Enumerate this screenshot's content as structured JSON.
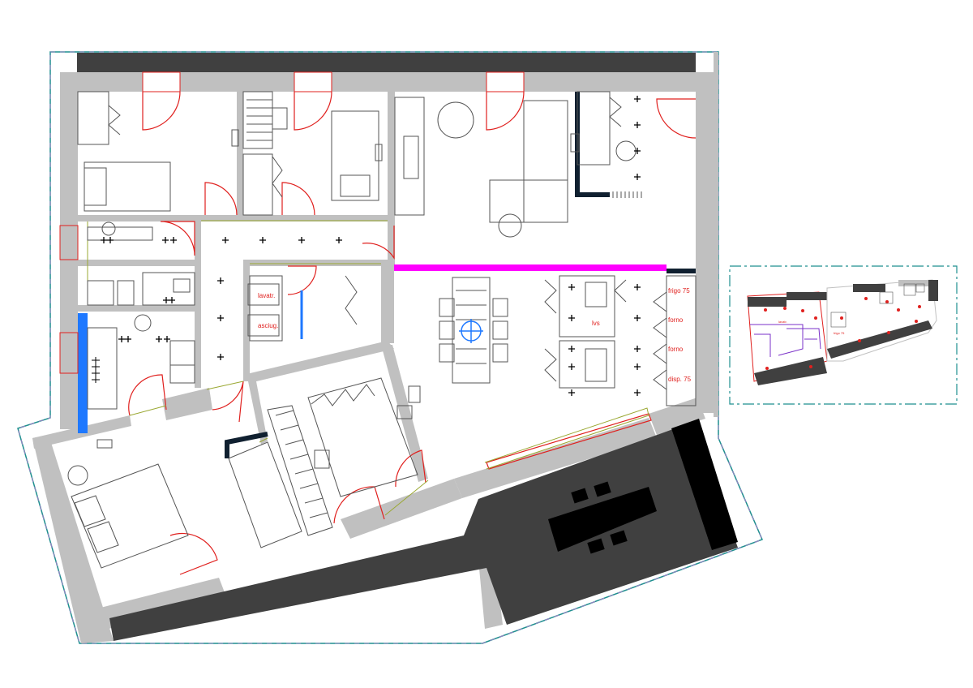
{
  "plan": {
    "type": "architectural floor plan",
    "colors": {
      "wall": "#c0c0c0",
      "terrace": "#404040",
      "boundary": "#1f8f8f",
      "door_swing": "#e0201e",
      "furniture": "#555555",
      "light_point": "#000000",
      "partition_highlight": "#ff00ff",
      "glazing_blue": "#1e78ff",
      "dark_fixture": "#102030",
      "threshold_line": "#9aa832"
    },
    "room_labels": {
      "washer": "lavatr.",
      "dryer": "asciug.",
      "dishwasher": "lvs",
      "fridge": "frigo 75",
      "oven_1": "forno",
      "oven_2": "forno",
      "pantry": "disp. 75"
    },
    "key_plan": {
      "icon": "key-plan-thumbnail"
    }
  }
}
